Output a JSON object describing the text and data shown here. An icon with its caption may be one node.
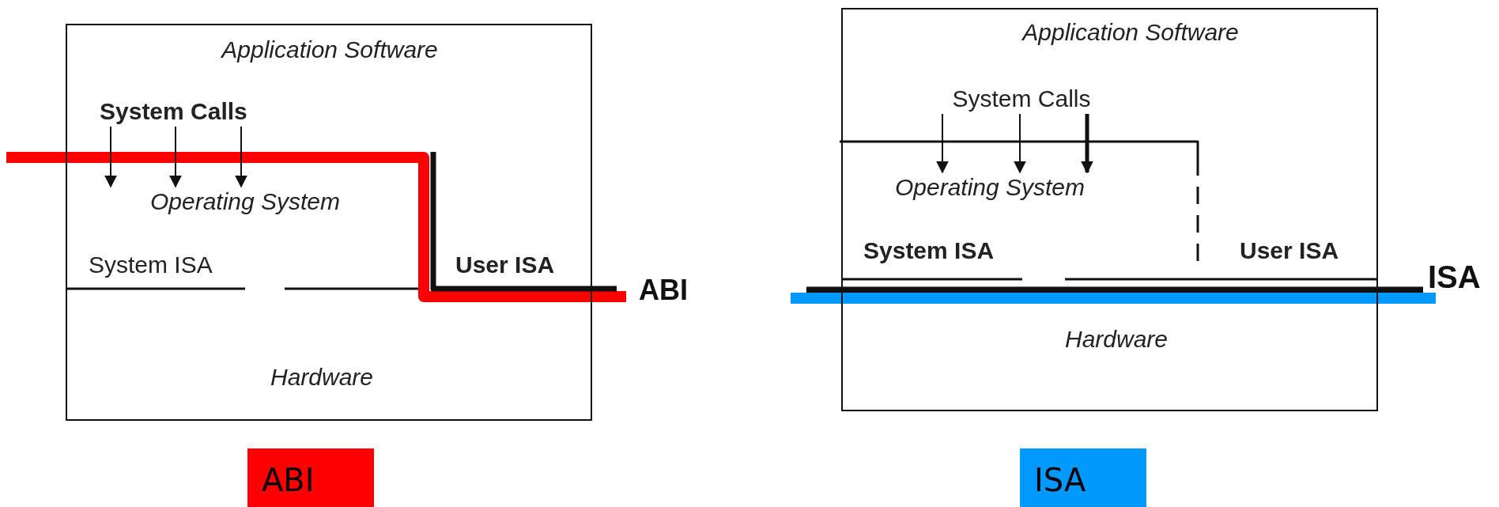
{
  "diagram": {
    "nodes": [
      {
        "text": [],
        "shape": "box"
      },
      {
        "text": [
          "Application Software"
        ],
        "in": 0
      },
      {
        "text": [
          "System Calls"
        ],
        "in": 0
      },
      {
        "text": [
          "Operating System"
        ],
        "in": 0
      },
      {
        "text": [
          "System ISA"
        ],
        "in": 0
      },
      {
        "text": [
          "User ISA"
        ],
        "in": 0
      },
      {
        "text": [
          "Hardware"
        ],
        "in": 0
      },
      {
        "text": [],
        "shape": "box"
      },
      {
        "text": [
          "Application Software"
        ],
        "in": 7
      },
      {
        "text": [
          "System Calls"
        ],
        "in": 7
      },
      {
        "text": [
          "Operating System"
        ],
        "in": 7
      },
      {
        "text": [
          "System ISA"
        ],
        "in": 7
      },
      {
        "text": [
          "User ISA"
        ],
        "in": 7
      },
      {
        "text": [
          "Hardware"
        ],
        "in": 7
      }
    ],
    "edges": [
      {
        "from": 2,
        "to": 3,
        "arrow": "to"
      },
      {
        "from": 2,
        "to": 3,
        "arrow": "to"
      },
      {
        "from": 2,
        "to": 3,
        "arrow": "to"
      },
      {
        "from": 9,
        "to": 10,
        "arrow": "to"
      },
      {
        "from": 9,
        "to": 10,
        "arrow": "to"
      },
      {
        "from": 9,
        "to": 10,
        "arrow": "to",
        "style": "thick"
      }
    ],
    "labels": [
      "ABI",
      "ISA"
    ],
    "legend": [
      {
        "text": "ABI",
        "color": "#ff0000"
      },
      {
        "text": "ISA",
        "color": "#0099ff"
      }
    ]
  }
}
